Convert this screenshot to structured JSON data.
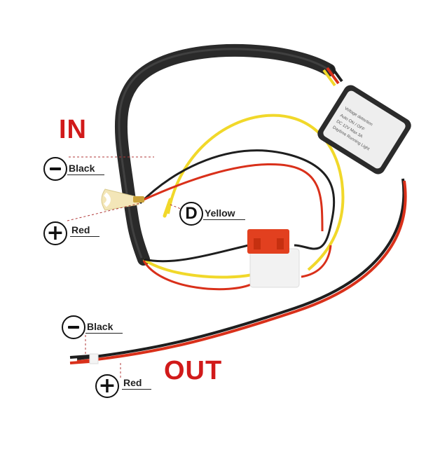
{
  "diagram": {
    "title_in": "IN",
    "title_out": "OUT",
    "in_wires": [
      {
        "symbol": "−",
        "symbol_name": "minus",
        "label": "Black"
      },
      {
        "symbol": "+",
        "symbol_name": "plus",
        "label": "Red"
      }
    ],
    "signal_wire": {
      "symbol": "D",
      "label": "Yellow"
    },
    "out_wires": [
      {
        "symbol": "−",
        "symbol_name": "minus",
        "label": "Black"
      },
      {
        "symbol": "+",
        "symbol_name": "plus",
        "label": "Red"
      }
    ],
    "module": {
      "title": "Voltage detection",
      "lines": [
        "Auto ON / OFF",
        "DC 12V  Max 3A",
        "Daytime Running Light"
      ]
    },
    "colors": {
      "accent_red": "#d11a1a",
      "wire_red": "#d9301a",
      "wire_black": "#1e1e1e",
      "wire_yellow": "#f1d82a",
      "fuse": "#e2401f",
      "sheath": "#2a2a2a"
    }
  }
}
